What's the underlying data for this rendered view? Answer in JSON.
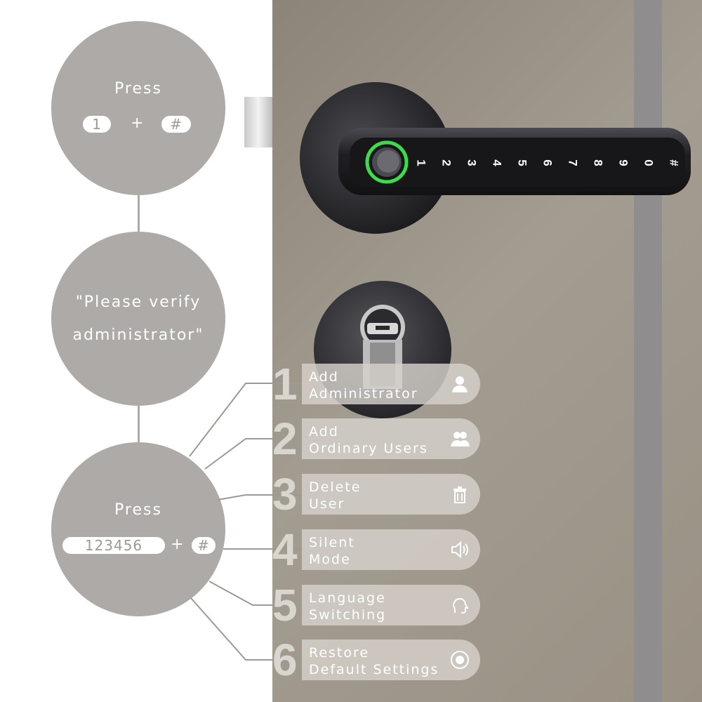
{
  "step1": {
    "press": "Press",
    "key_a": "1",
    "plus": "+",
    "key_b": "#"
  },
  "step2": {
    "line1": "\"Please verify",
    "line2": "administrator\""
  },
  "step3": {
    "press": "Press",
    "code": "123456",
    "plus": "+",
    "key": "#"
  },
  "keypad": [
    "1",
    "2",
    "3",
    "4",
    "5",
    "6",
    "7",
    "8",
    "9",
    "0",
    "#"
  ],
  "menu": [
    {
      "num": "1",
      "line1": "Add",
      "line2": "Administrator",
      "icon": "user-icon"
    },
    {
      "num": "2",
      "line1": "Add",
      "line2": "Ordinary Users",
      "icon": "users-icon"
    },
    {
      "num": "3",
      "line1": "Delete",
      "line2": "User",
      "icon": "trash-icon"
    },
    {
      "num": "4",
      "line1": "Silent",
      "line2": "Mode",
      "icon": "speaker-icon"
    },
    {
      "num": "5",
      "line1": "Language",
      "line2": "Switching",
      "icon": "voice-icon"
    },
    {
      "num": "6",
      "line1": "Restore",
      "line2": "Default Settings",
      "icon": "reset-icon"
    }
  ],
  "colors": {
    "circle": "#aeaaa7",
    "door": "#9a9184",
    "frame": "#8f8d8e",
    "fingerprint_ring": "#3ddc4a"
  }
}
